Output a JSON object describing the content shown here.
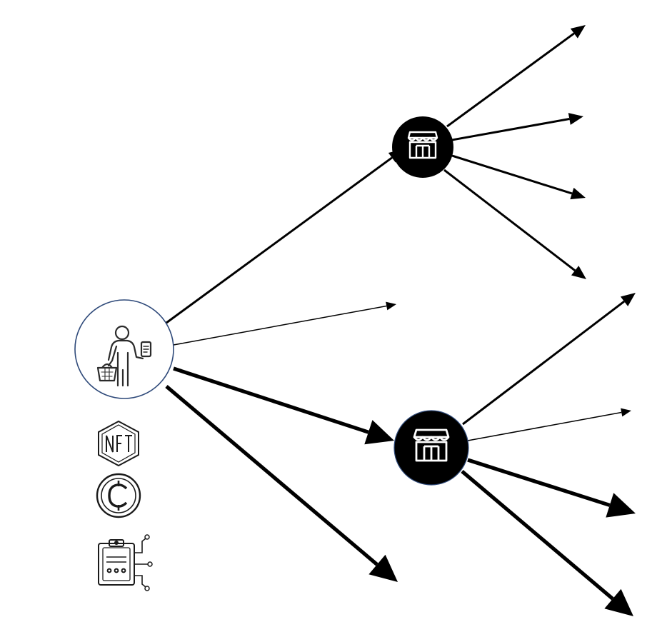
{
  "diagram": {
    "colors": {
      "background": "#ffffff",
      "edge": "#000000",
      "consumer_ring": "#2f4a7a",
      "store_fill": "#000000",
      "store_icon": "#ffffff",
      "icon_stroke": "#2b2b2b"
    },
    "nodes": [
      {
        "id": "consumer",
        "icon": "consumer-with-basket-and-phone-icon"
      },
      {
        "id": "store-top",
        "icon": "storefront-icon"
      },
      {
        "id": "store-bottom",
        "icon": "storefront-icon"
      }
    ],
    "side_icons": [
      "nft-icon",
      "crypto-coin-icon",
      "smart-contract-icon"
    ],
    "edges": [
      {
        "id": "consumer-to-store-top",
        "from": "consumer",
        "to": "store-top",
        "weight": "medium"
      },
      {
        "id": "consumer-to-open-middle",
        "from": "consumer",
        "to": null,
        "weight": "thin"
      },
      {
        "id": "consumer-to-store-bottom",
        "from": "consumer",
        "to": "store-bottom",
        "weight": "heavy"
      },
      {
        "id": "consumer-to-open-bottom",
        "from": "consumer",
        "to": null,
        "weight": "heavy"
      },
      {
        "id": "store-top-out-1",
        "from": "store-top",
        "to": null,
        "weight": "medium"
      },
      {
        "id": "store-top-out-2",
        "from": "store-top",
        "to": null,
        "weight": "medium"
      },
      {
        "id": "store-top-out-3",
        "from": "store-top",
        "to": null,
        "weight": "medium"
      },
      {
        "id": "store-top-out-4",
        "from": "store-top",
        "to": null,
        "weight": "medium"
      },
      {
        "id": "store-bottom-out-1",
        "from": "store-bottom",
        "to": null,
        "weight": "medium"
      },
      {
        "id": "store-bottom-out-2",
        "from": "store-bottom",
        "to": null,
        "weight": "thin"
      },
      {
        "id": "store-bottom-out-3",
        "from": "store-bottom",
        "to": null,
        "weight": "heavy"
      },
      {
        "id": "store-bottom-out-4",
        "from": "store-bottom",
        "to": null,
        "weight": "heavy"
      }
    ]
  }
}
